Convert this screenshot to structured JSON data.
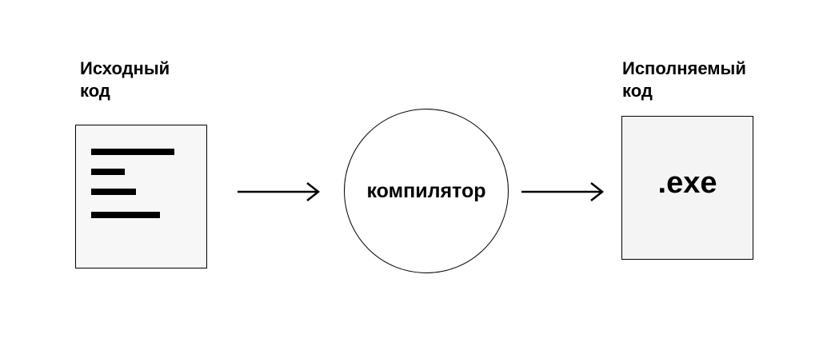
{
  "diagram": {
    "source": {
      "label_line1": "Исходный",
      "label_line2": "код",
      "icon": "document-lines-icon",
      "fill": "#f7f7f7"
    },
    "compiler": {
      "label": "компилятор"
    },
    "executable": {
      "label_line1": "Исполняемый",
      "label_line2": "код",
      "box_text": ".exe",
      "fill": "#f4f4f4"
    },
    "colors": {
      "stroke": "#000000",
      "background": "#ffffff"
    }
  }
}
